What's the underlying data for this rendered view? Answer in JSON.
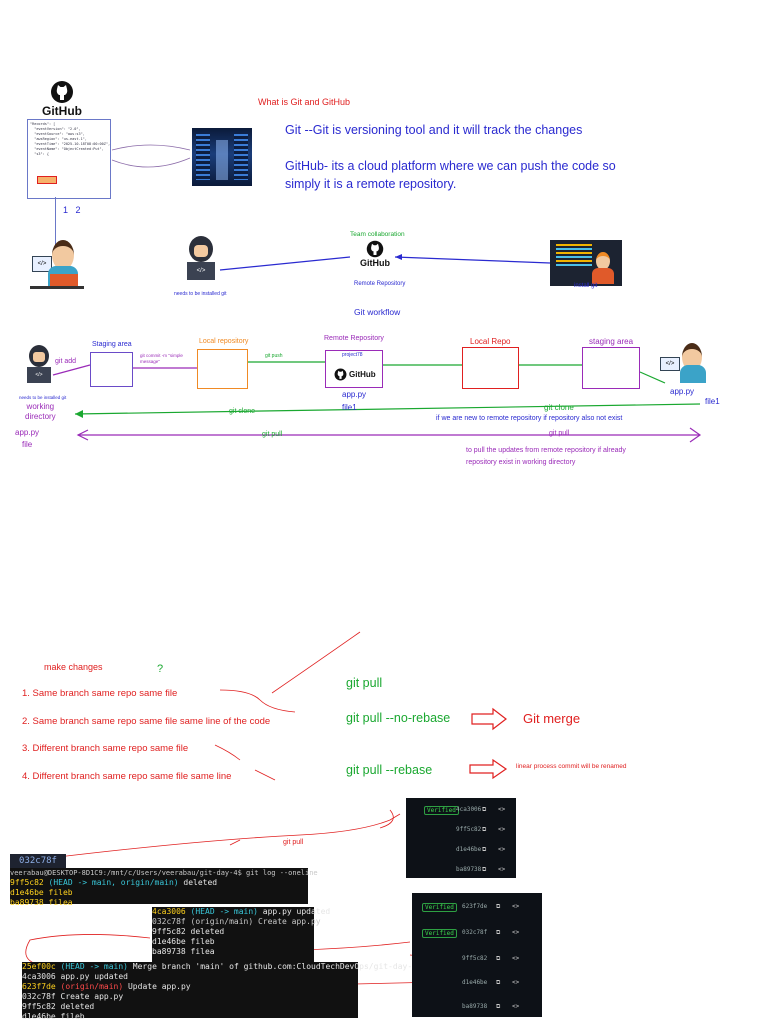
{
  "header": {
    "github_logo_text": "GitHub",
    "title": "What is Git and GitHub",
    "git_def": "Git --Git is versioning tool and it will track the changes",
    "github_def_line1": "GitHub- its a cloud platform where we can push the code so",
    "github_def_line2": "simply it is a remote repository.",
    "json_snippet": "\"Records\": [\n  \"eventVersion\": \"2.0\",\n  \"eventSource\": \"aws:s3\",\n  \"awsRegion\": \"us-east-1\",\n  \"eventTime\": \"2025-10-18T08:00:00Z\",\n  \"eventName\": \"ObjectCreated:Put\",\n  \"s3\": {",
    "numbers": "1   2"
  },
  "collab": {
    "team_label": "Team collaboration",
    "github_text": "GitHub",
    "remote_label": "Remote Repository",
    "needs_git": "needs to be installed git",
    "install_git": "install git",
    "workflow_title": "Git workflow"
  },
  "workflow": {
    "git_add": "git add",
    "needs_git": "needs to be installed git",
    "working_directory": "working\ndirectory",
    "app_py_left": "app.py",
    "file_left": "file",
    "staging_area_left": "Staging area",
    "git_commit": "git commit -m \"simple message\"",
    "local_repo_left": "Local repository",
    "git_push": "git push",
    "remote_repo": "Remote Repository",
    "project_label": "project78",
    "github_text": "GitHub",
    "app_py_center": "app.py",
    "file1_center": "file1",
    "local_repo_right": "Local Repo",
    "staging_area_right": "staging area",
    "app_py_right": "app.py",
    "file1_right": "file1",
    "git_clone_left": "git clone",
    "git_clone_right": "git clone",
    "clone_note": "if we are new to remote repository if repository also not exist",
    "git_pull_left": "git pull",
    "git_pull_right": "git pull",
    "pull_note_line1": "to pull the updates from remote repository if already",
    "pull_note_line2": "repository exist in working directory"
  },
  "scenarios": {
    "make_changes": "make changes",
    "question": "?",
    "items": [
      "1. Same branch same repo same file",
      "2. Same branch same repo same file same line of the code",
      "3. Different branch same repo same file",
      "4. Different branch same repo same file same line"
    ],
    "git_pull": "git pull",
    "git_pull_no_rebase": "git pull --no-rebase",
    "git_merge": "Git merge",
    "git_pull_rebase": "git pull --rebase",
    "rebase_note": "linear process commit will be renamed",
    "git_pull_label": "git pull"
  },
  "terminals": {
    "hash_badge": "032c78f",
    "t1_prompt": "veerabau@DESKTOP-8D1C9:/mnt/c/Users/veerabau/git-day-4$ git log --oneline",
    "t1_l1_hash": "9ff5c82",
    "t1_l1_ref": "(HEAD -> main, origin/main)",
    "t1_l1_msg": " deleted",
    "t1_l2": "d1e46be fileb",
    "t1_l3": "ba89738 filea",
    "t2_l1_hash": "4ca3006",
    "t2_l1_ref": "(HEAD -> main)",
    "t2_l1_msg": " app.py updated",
    "t2_l2": "032c78f (origin/main) Create app.py",
    "t2_l3": "9ff5c82 deleted",
    "t2_l4": "d1e46be fileb",
    "t2_l5": "ba89738 filea",
    "t3_l1_hash": "25ef00c",
    "t3_l1_ref": "(HEAD -> main)",
    "t3_l1_msg": " Merge branch 'main' of github.com:CloudTechDevOps/git-day-4",
    "t3_l2": "4ca3006 app.py updated",
    "t3_l3_hash": "623f7de",
    "t3_l3_ref": "(origin/main)",
    "t3_l3_msg": " Update app.py",
    "t3_l4": "032c78f Create app.py",
    "t3_l5": "9ff5c82 deleted",
    "t3_l6": "d1e46be fileb"
  },
  "panels": {
    "p1_rows": [
      {
        "badge": "Verified",
        "hash": "4ca3006"
      },
      {
        "badge": "",
        "hash": "9ff5c82"
      },
      {
        "badge": "",
        "hash": "d1e46be"
      },
      {
        "badge": "",
        "hash": "ba89738"
      }
    ],
    "p2_rows": [
      {
        "badge": "Verified",
        "hash": "623f7de"
      },
      {
        "badge": "Verified",
        "hash": "032c78f"
      },
      {
        "badge": "",
        "hash": "9ff5c82"
      },
      {
        "badge": "",
        "hash": "d1e46be"
      },
      {
        "badge": "",
        "hash": "ba89738"
      }
    ]
  },
  "colors": {
    "red": "#e02020",
    "blue": "#2a2ad0",
    "green": "#1aa830",
    "purple": "#9a2bb8",
    "orange": "#f08a24",
    "terminal": "#111111"
  }
}
